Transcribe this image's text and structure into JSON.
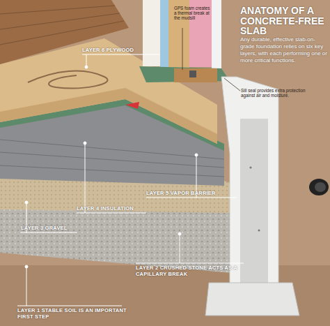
{
  "diagram": {
    "title": "ANATOMY OF A CONCRETE-FREE SLAB",
    "caption": "Any durable, effective slab-on-grade foundation relies on six key layers, with each performing one or more critical functions.",
    "labels": [
      "LAYER 6 PLYWOOD",
      "GPS foam creates a thermal break at the mudsill",
      "Sill seal provides extra protection against air and moisture.",
      "LAYER 5 VAPOR BARRIER",
      "LAYER 4 INSULATION",
      "LAYER 3 GRAVEL",
      "LAYER 2 CRUSHED STONE ACTS AS A CAPILLARY BREAK",
      "LAYER 1 STABLE SOIL IS AN IMPORTANT FIRST STEP"
    ]
  }
}
